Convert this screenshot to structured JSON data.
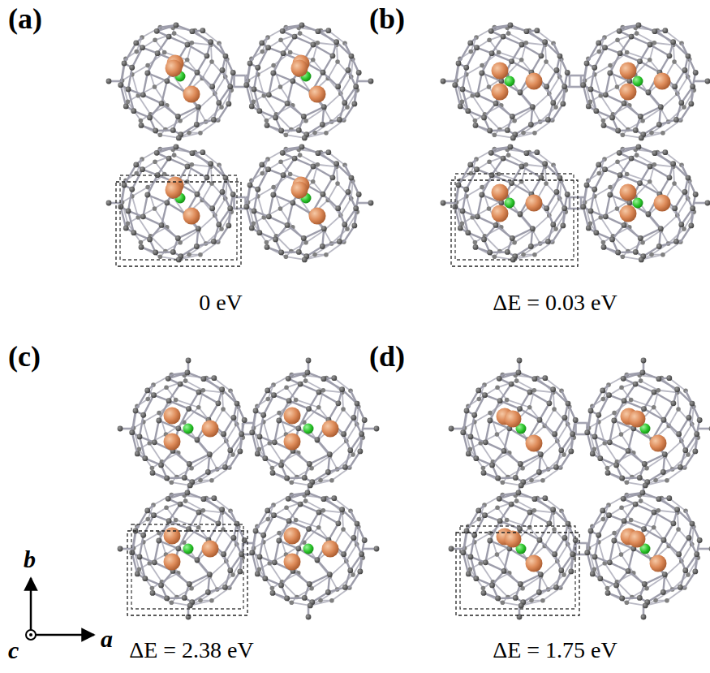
{
  "diagram": {
    "labels": [
      "(a)",
      "(b)",
      "(c)",
      "(d)",
      "0 eV",
      "ΔE = 0.03 eV",
      "ΔE = 2.38 eV",
      "ΔE = 1.75 eV",
      "b",
      "c",
      "a"
    ]
  }
}
